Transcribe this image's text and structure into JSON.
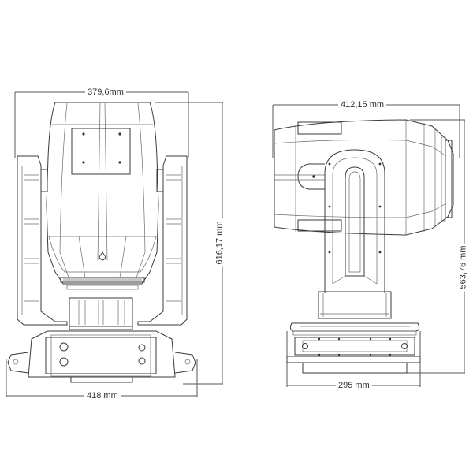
{
  "drawing": {
    "subject": "moving head fixture technical drawing",
    "views": [
      {
        "name": "front-view",
        "dimensions": {
          "top_width": "379,6mm",
          "height": "616,17 mm",
          "base_width": "418 mm"
        }
      },
      {
        "name": "side-view",
        "dimensions": {
          "top_width": "412,15 mm",
          "height": "563,76 mm",
          "base_width": "295 mm"
        }
      }
    ]
  },
  "colors": {
    "line": "#3a3a3a",
    "background": "#ffffff"
  }
}
